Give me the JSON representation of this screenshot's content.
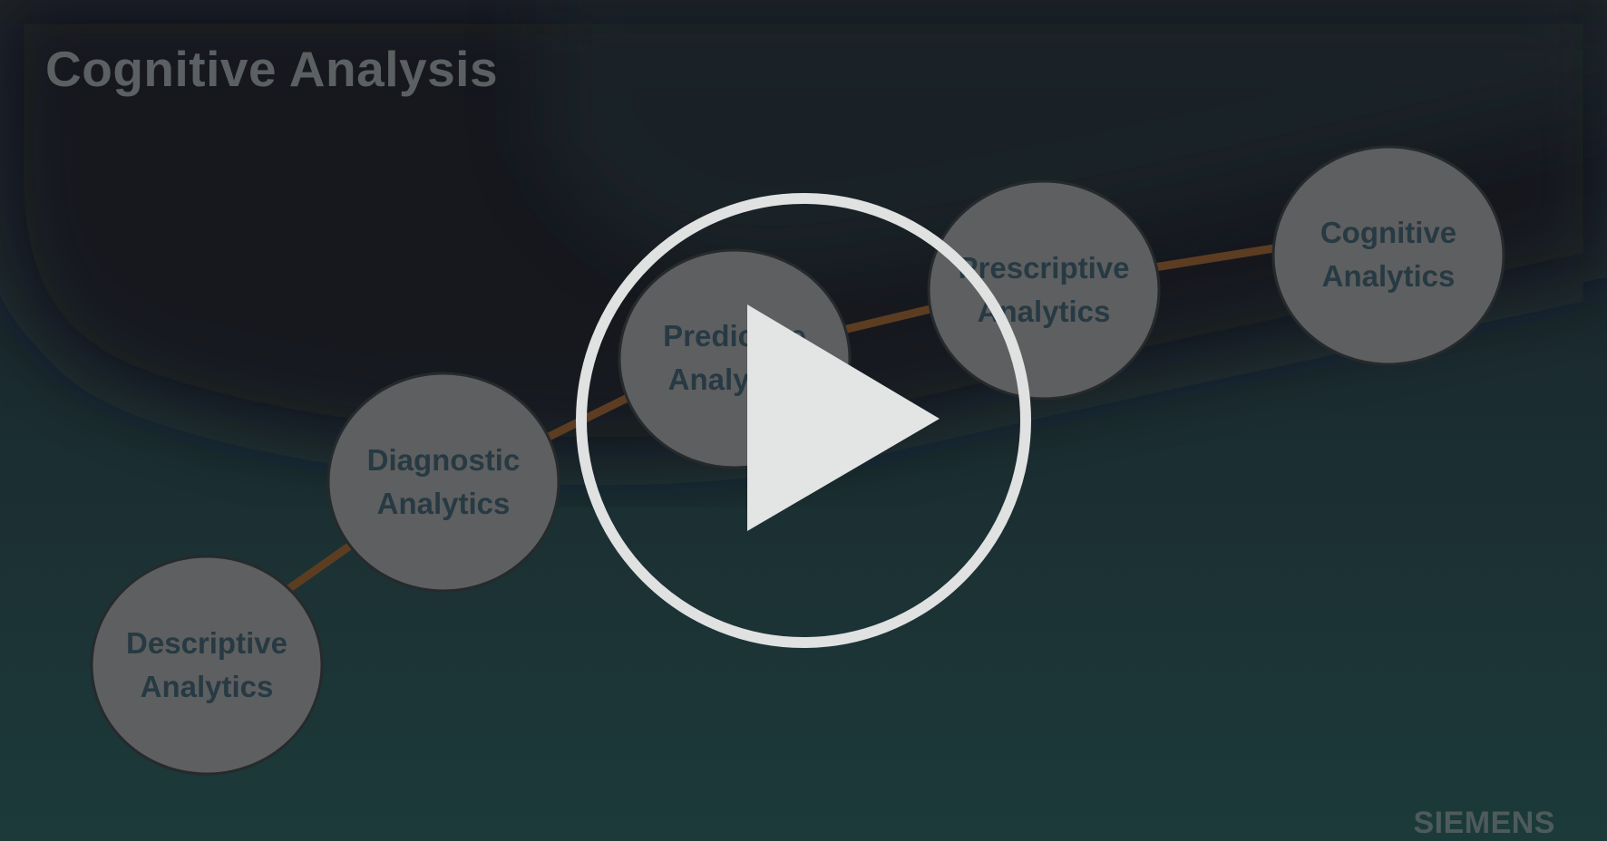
{
  "slide": {
    "title": "Cognitive Analysis",
    "brand": "SIEMENS"
  },
  "diagram": {
    "nodes": [
      {
        "id": "descriptive",
        "line1": "Descriptive",
        "line2": "Analytics"
      },
      {
        "id": "diagnostic",
        "line1": "Diagnostic",
        "line2": "Analytics"
      },
      {
        "id": "predictive",
        "line1": "Predictive",
        "line2": "Analytics"
      },
      {
        "id": "prescriptive",
        "line1": "Prescriptive",
        "line2": "Analytics"
      },
      {
        "id": "cognitive",
        "line1": "Cognitive",
        "line2": "Analytics"
      }
    ]
  },
  "player": {
    "icon": "play-icon",
    "colors": {
      "ring": "#e0e1e1",
      "triangle": "#e3e4e4"
    }
  },
  "colors": {
    "node_fill": "#5e5f60",
    "node_stroke": "#262a2c",
    "connector": "#5c3d22",
    "label": "#273a43",
    "title": "#5b6062"
  }
}
